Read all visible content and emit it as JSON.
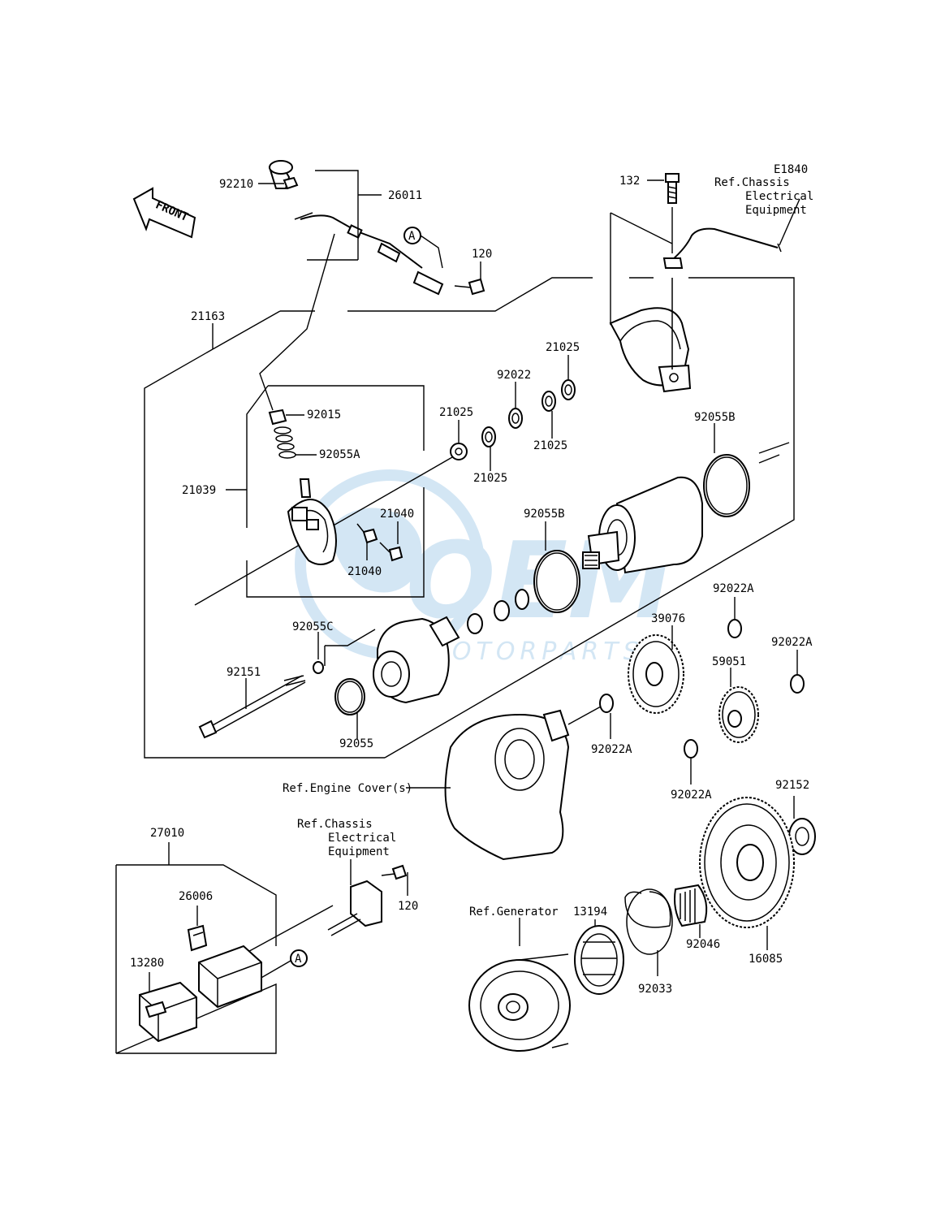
{
  "watermark": {
    "brand": "OEM",
    "subtitle": "MOTORPARTS",
    "color": "#3b8fd1"
  },
  "front_marker": {
    "text": "FRONT"
  },
  "callout_letter": "A",
  "labels": {
    "p26011": "26011",
    "p92210": "92210",
    "p120_top": "120",
    "p132": "132",
    "e1840": "E1840",
    "ref_chassis_top_1": "Ref.Chassis",
    "ref_chassis_top_2": "Electrical",
    "ref_chassis_top_3": "Equipment",
    "p21163": "21163",
    "p21025_a": "21025",
    "p92022": "92022",
    "p21025_b": "21025",
    "p21025_c": "21025",
    "p21025_d": "21025",
    "p92015": "92015",
    "p92055A": "92055A",
    "p21039": "21039",
    "p21040_a": "21040",
    "p21040_b": "21040",
    "p92055B_a": "92055B",
    "p92055B_b": "92055B",
    "p92055C": "92055C",
    "p92151": "92151",
    "p92055": "92055",
    "p92022A_a": "92022A",
    "p92022A_b": "92022A",
    "p92022A_c": "92022A",
    "p92022A_d": "92022A",
    "p39076": "39076",
    "p59051": "59051",
    "ref_engine_cover": "Ref.Engine Cover(s)",
    "p92152": "92152",
    "p27010": "27010",
    "ref_chassis_bot_1": "Ref.Chassis",
    "ref_chassis_bot_2": "Electrical",
    "ref_chassis_bot_3": "Equipment",
    "p120_bot": "120",
    "p26006": "26006",
    "p13280": "13280",
    "ref_generator": "Ref.Generator",
    "p13194": "13194",
    "p92046": "92046",
    "p16085": "16085",
    "p92033": "92033"
  }
}
